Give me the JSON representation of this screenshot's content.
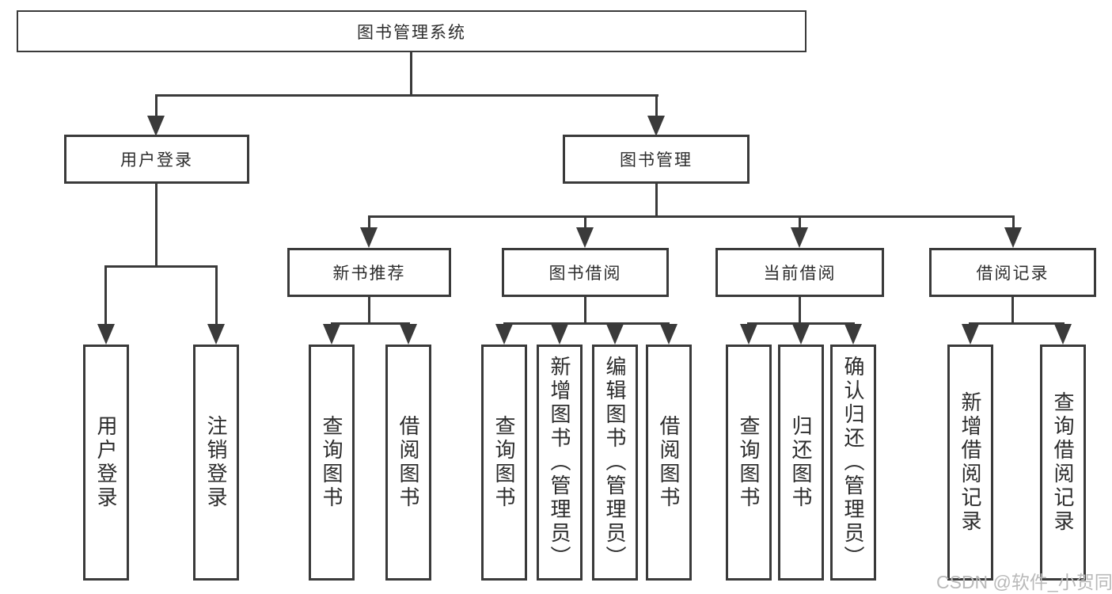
{
  "chart": {
    "root": {
      "label": "图书管理系统"
    },
    "level2": {
      "user_login": {
        "label": "用户登录"
      },
      "book_management": {
        "label": "图书管理"
      }
    },
    "level3": {
      "new_book_recommend": {
        "label": "新书推荐"
      },
      "book_borrow": {
        "label": "图书借阅"
      },
      "current_borrow": {
        "label": "当前借阅"
      },
      "borrow_records": {
        "label": "借阅记录"
      }
    },
    "leaves": {
      "user_login_children": [
        "用户登录",
        "注销登录"
      ],
      "new_book_recommend_children": [
        "查询图书",
        "借阅图书"
      ],
      "book_borrow_children": [
        "查询图书",
        "新增图书（管理员）",
        "编辑图书（管理员）",
        "借阅图书"
      ],
      "current_borrow_children": [
        "查询图书",
        "归还图书",
        "确认归还（管理员）"
      ],
      "borrow_records_children": [
        "新增借阅记录",
        "查询借阅记录"
      ]
    }
  },
  "watermark": {
    "text": "CSDN @软件_小贺同学"
  },
  "colors": {
    "line": "#3a3a3a",
    "text": "#2c2c2c",
    "watermark": "#b9b9b9",
    "background": "#ffffff"
  }
}
